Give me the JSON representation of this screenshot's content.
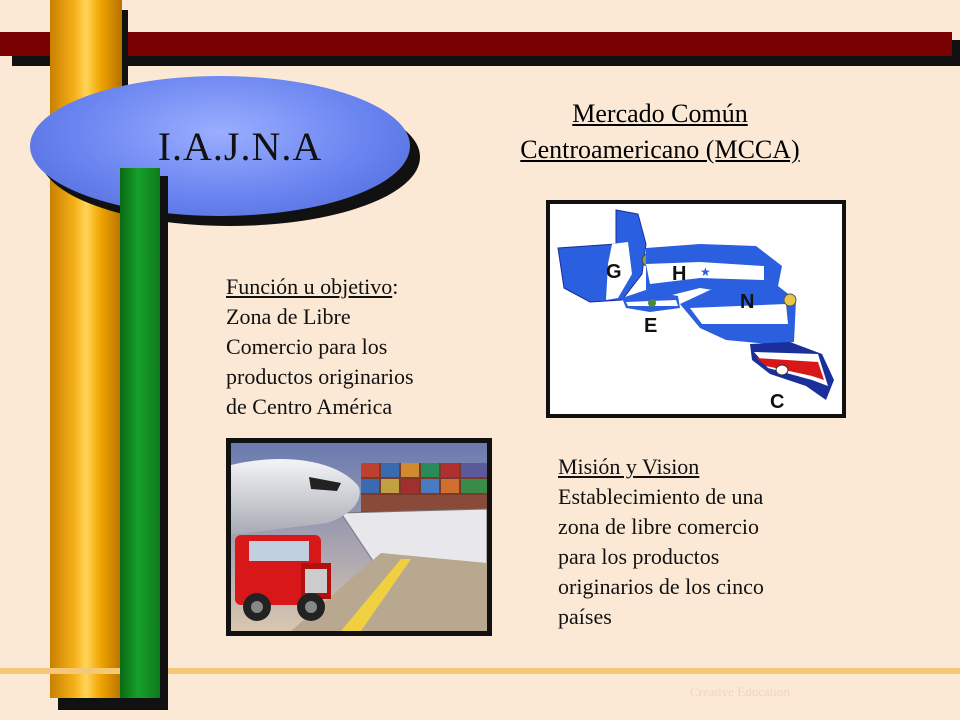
{
  "oval": {
    "title": "I.A.J.N.A"
  },
  "heading": {
    "line1": "Mercado Común",
    "line2": "Centroamericano (MCCA)"
  },
  "funcion": {
    "label": "Función u objetivo",
    "colon": ":",
    "lines": [
      "Zona de Libre",
      "Comercio para los",
      "productos originarios",
      "de Centro América"
    ]
  },
  "mision": {
    "label": "Misión y Vision",
    "lines": [
      "Establecimiento de una",
      "zona de libre comercio",
      "para los productos",
      "originarios de los cinco",
      "países"
    ]
  },
  "map": {
    "letters": {
      "g": "G",
      "h": "H",
      "n": "N",
      "e": "E",
      "c": "C"
    },
    "colors": {
      "blue": "#2a5fe0",
      "white": "#ffffff",
      "red": "#d81818",
      "navy": "#1a2f9a"
    }
  },
  "footer": {
    "text": "Creative Education"
  },
  "colors": {
    "background": "#fbe9d6",
    "top_bar": "#780000",
    "gold": "#f6b21a",
    "green": "#16a02a",
    "oval": "#6a84f0"
  }
}
